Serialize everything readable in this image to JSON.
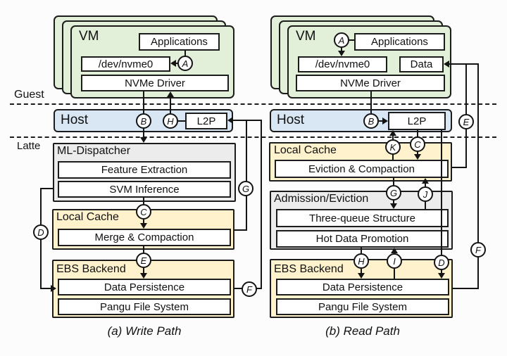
{
  "layers": {
    "guest": "Guest",
    "latte": "Latte"
  },
  "colors": {
    "vm_green": "#e2efd9",
    "host_blue": "#d9e6f4",
    "cache_yellow": "#fff2cc",
    "module_gray": "#ececec",
    "line_black": "#141414"
  },
  "panels": {
    "left": {
      "caption": "(a) Write Path",
      "vm_title": "VM",
      "applications": "Applications",
      "device": "/dev/nvme0",
      "driver": "NVMe Driver",
      "host_label": "Host",
      "l2p": "L2P",
      "ml_title": "ML-Dispatcher",
      "ml_rows": [
        "Feature Extraction",
        "SVM Inference"
      ],
      "cache_title": "Local Cache",
      "cache_rows": [
        "Merge & Compaction"
      ],
      "ebs_title": "EBS Backend",
      "ebs_rows": [
        "Data Persistence",
        "Pangu File System"
      ],
      "steps": {
        "a": "A",
        "b": "B",
        "c": "C",
        "d": "D",
        "e": "E",
        "f": "F",
        "g": "G",
        "h": "H"
      }
    },
    "right": {
      "caption": "(b) Read Path",
      "vm_title": "VM",
      "applications": "Applications",
      "device": "/dev/nvme0",
      "data_box": "Data",
      "driver": "NVMe Driver",
      "host_label": "Host",
      "l2p": "L2P",
      "cache_title": "Local Cache",
      "cache_rows": [
        "Eviction & Compaction"
      ],
      "admission_title": "Admission/Eviction",
      "admission_rows": [
        "Three-queue Structure",
        "Hot Data Promotion"
      ],
      "ebs_title": "EBS Backend",
      "ebs_rows": [
        "Data Persistence",
        "Pangu File System"
      ],
      "steps": {
        "a": "A",
        "b": "B",
        "c": "C",
        "d": "D",
        "e": "E",
        "f": "F",
        "g": "G",
        "h": "H",
        "i": "I",
        "j": "J",
        "k": "K"
      }
    }
  }
}
